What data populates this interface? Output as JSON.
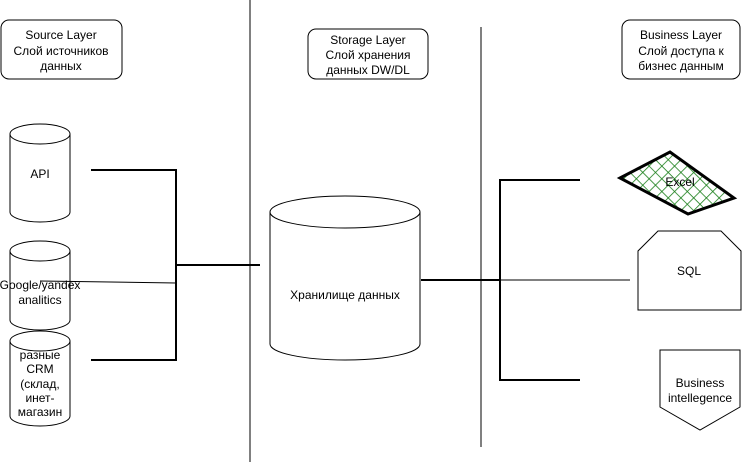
{
  "layers": {
    "source": {
      "lines": [
        "Source Layer",
        "Слой источников",
        "данных"
      ]
    },
    "storage": {
      "lines": [
        "Storage Layer",
        "Слой хранения",
        "данных DW/DL"
      ]
    },
    "business": {
      "lines": [
        "Business Layer",
        "Слой доступа к",
        "бизнес данным"
      ]
    }
  },
  "sources": {
    "api": {
      "lines": [
        "API"
      ]
    },
    "analytics": {
      "lines": [
        "Google/yandex",
        "analitics"
      ]
    },
    "crm": {
      "lines": [
        "разные",
        "CRM",
        "(склад,",
        "инет-",
        "магазин"
      ]
    }
  },
  "storage": {
    "label": "Хранилище данных"
  },
  "consumers": {
    "excel": {
      "label": "Excel"
    },
    "sql": {
      "label": "SQL"
    },
    "bi": {
      "lines": [
        "Business",
        "intellegence"
      ]
    }
  },
  "colors": {
    "stroke": "#000000",
    "hatch": "#1a7f1a",
    "background": "#ffffff"
  }
}
